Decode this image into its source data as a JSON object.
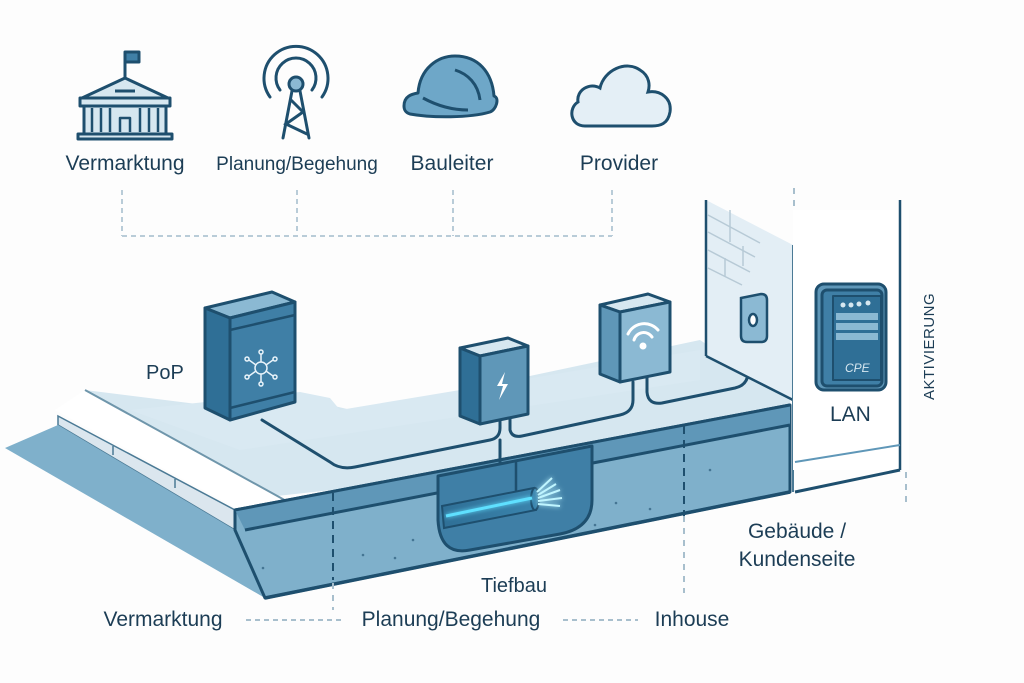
{
  "roles": [
    {
      "label": "Vermarktung",
      "icon": "government-building-icon"
    },
    {
      "label": "Planung/Begehung",
      "icon": "radio-tower-icon"
    },
    {
      "label": "Bauleiter",
      "icon": "hard-hat-icon"
    },
    {
      "label": "Provider",
      "icon": "cloud-icon"
    }
  ],
  "equipment": {
    "pop": {
      "label": "PoP",
      "icon": "network-hub-icon"
    },
    "power_box": {
      "icon": "lightning-icon"
    },
    "wifi_box": {
      "icon": "wifi-icon"
    },
    "wall_socket": {
      "icon": "fiber-socket-icon"
    },
    "cpe": {
      "label": "LAN",
      "device_text": "CPE",
      "icon": "cpe-router-icon"
    }
  },
  "sections": {
    "tiefbau": "Tiefbau",
    "gebaeude_line1": "Gebäude /",
    "gebaeude_line2": "Kundenseite",
    "aktivierung": "AKTIVIERUNG"
  },
  "phases": [
    "Vermarktung",
    "Planung/Begehung",
    "Inhouse"
  ],
  "colors": {
    "outline": "#1e4f6e",
    "text": "#1c3d55",
    "box_fill": "#3f7fa6",
    "box_light": "#8bb9d3",
    "ground_top": "#d6e7f0",
    "ground_front": "#7fb0cb",
    "ground_dark": "#5f97b8",
    "dash": "#a8bfcd",
    "fiber_glow": "#5fe0ff"
  }
}
